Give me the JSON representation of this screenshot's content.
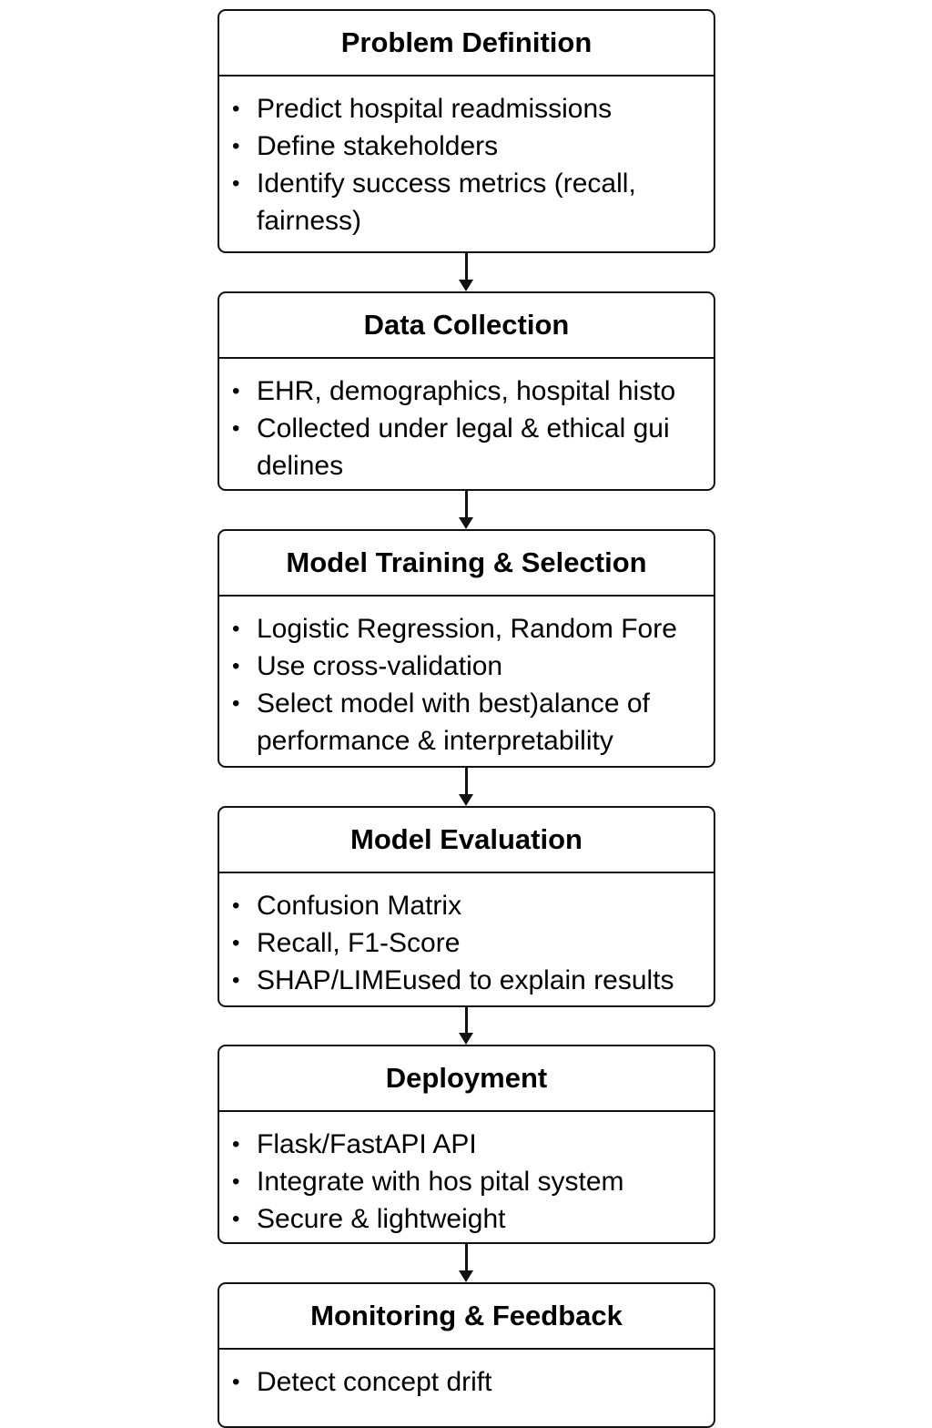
{
  "steps": [
    {
      "title": "Problem Definition",
      "bullets": [
        [
          "Predict hospital readmissions"
        ],
        [
          "Define stakeholders"
        ],
        [
          "Identify success metrics (recall,",
          "fairness)"
        ]
      ]
    },
    {
      "title": "Data Collection",
      "bullets": [
        [
          "EHR, demographics, hospital histo"
        ],
        [
          "Collected under legal & ethical gui",
          "delines"
        ]
      ]
    },
    {
      "title": "Model Training & Selection",
      "bullets": [
        [
          "Logistic Regression, Random Fore"
        ],
        [
          "Use cross-validation"
        ],
        [
          "Select model with best)alance of",
          "performance & interpretability"
        ]
      ]
    },
    {
      "title": "Model Evaluation",
      "bullets": [
        [
          "Confusion Matrix"
        ],
        [
          "Recall, F1-Score"
        ],
        [
          "SHAP/LIMEused to explain results"
        ]
      ]
    },
    {
      "title": "Deployment",
      "bullets": [
        [
          "Flask/FastAPI API"
        ],
        [
          "Integrate with hos pital system"
        ],
        [
          "Secure & lightweight"
        ]
      ]
    },
    {
      "title": "Monitoring & Feedback",
      "bullets": [
        [
          "Detect concept drift"
        ]
      ]
    }
  ],
  "colors": {
    "stroke": "#111111",
    "background": "#ffffff",
    "text": "#000000"
  }
}
